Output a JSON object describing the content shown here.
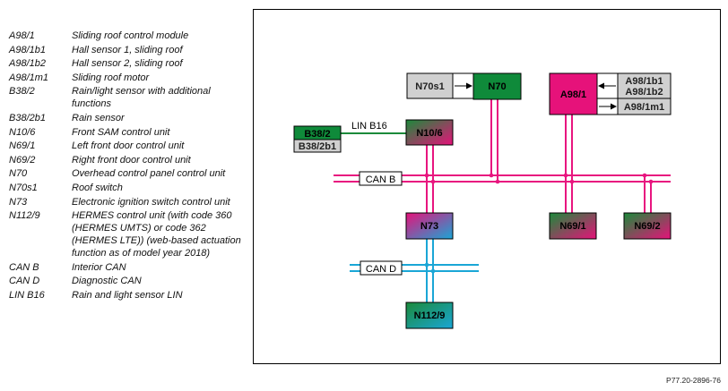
{
  "legend": [
    {
      "code": "A98/1",
      "desc": "Sliding roof control module"
    },
    {
      "code": "A98/1b1",
      "desc": "Hall sensor 1, sliding roof"
    },
    {
      "code": "A98/1b2",
      "desc": "Hall sensor 2, sliding roof"
    },
    {
      "code": "A98/1m1",
      "desc": "Sliding roof motor"
    },
    {
      "code": "B38/2",
      "desc": "Rain/light sensor with additional functions"
    },
    {
      "code": "B38/2b1",
      "desc": "Rain sensor"
    },
    {
      "code": "N10/6",
      "desc": "Front SAM control unit"
    },
    {
      "code": "N69/1",
      "desc": "Left front door control unit"
    },
    {
      "code": "N69/2",
      "desc": "Right front door control unit"
    },
    {
      "code": "N70",
      "desc": "Overhead control panel control unit"
    },
    {
      "code": "N70s1",
      "desc": "Roof switch"
    },
    {
      "code": "N73",
      "desc": "Electronic ignition switch control unit"
    },
    {
      "code": "N112/9",
      "desc": "HERMES control unit (with code 360 (HERMES UMTS) or code 362 (HERMES LTE)) (web-based actuation function as of model year 2018)"
    },
    {
      "code": "CAN B",
      "desc": "Interior CAN"
    },
    {
      "code": "CAN D",
      "desc": "Diagnostic CAN"
    },
    {
      "code": "LIN B16",
      "desc": "Rain and light sensor LIN"
    }
  ],
  "diagram": {
    "n70s1": "N70s1",
    "n70": "N70",
    "a98_1": "A98/1",
    "a98_1b1": "A98/1b1",
    "a98_1b2": "A98/1b2",
    "a98_1m1": "A98/1m1",
    "b38_2": "B38/2",
    "b38_2b1": "B38/2b1",
    "lin_label": "LIN B16",
    "n10_6": "N10/6",
    "can_b": "CAN B",
    "n73": "N73",
    "n69_1": "N69/1",
    "n69_2": "N69/2",
    "can_d": "CAN D",
    "n112_9": "N112/9"
  },
  "reference": "P77.20-2896-76",
  "colors": {
    "can_b": "#e8157f",
    "can_d": "#1aa6d6",
    "lin": "#1b8a3a",
    "ecu_green": "#0f8a3a",
    "ecu_magenta": "#e6127a",
    "switch_grey": "#d0d0d0"
  }
}
